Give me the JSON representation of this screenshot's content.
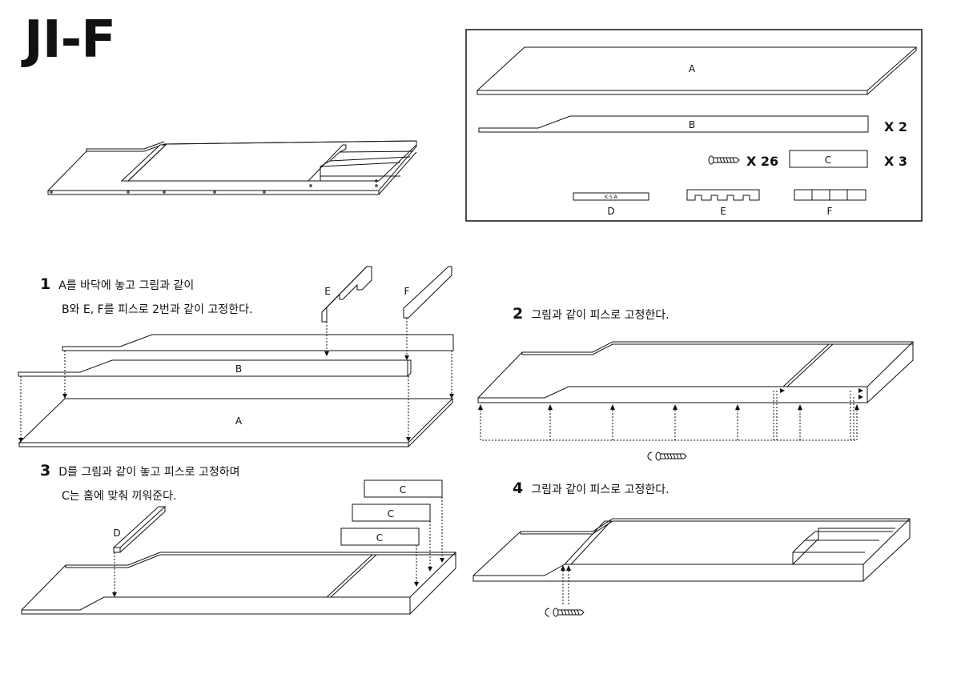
{
  "title": "JI-F",
  "parts": {
    "a_label": "A",
    "b_label": "B",
    "b_qty": "X 2",
    "screw_qty": "X 26",
    "c_label": "C",
    "c_qty": "X 3",
    "d_label": "D",
    "d_marking": "K S A",
    "e_label": "E",
    "f_label": "F"
  },
  "steps": [
    {
      "num": "1",
      "line1": "A를 바닥에 놓고 그림과 같이",
      "line2": "B와 E, F를 피스로 2번과 같이 고정한다."
    },
    {
      "num": "2",
      "line1": "그림과 같이 피스로 고정한다.",
      "line2": ""
    },
    {
      "num": "3",
      "line1": "D를 그림과 같이 놓고 피스로 고정하며",
      "line2": "C는 홈에 맞춰 끼워준다."
    },
    {
      "num": "4",
      "line1": "그림과 같이 피스로 고정한다.",
      "line2": ""
    }
  ],
  "diagram_labels": {
    "s1_e": "E",
    "s1_f": "F",
    "s1_b": "B",
    "s1_a": "A",
    "s3_d": "D",
    "s3_c1": "C",
    "s3_c2": "C",
    "s3_c3": "C"
  }
}
